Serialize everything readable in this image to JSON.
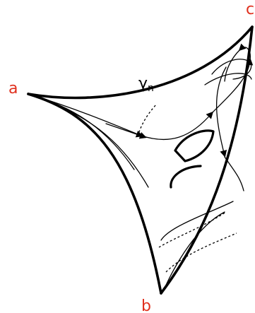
{
  "labels": {
    "vertex_a": "a",
    "vertex_b": "b",
    "vertex_c": "c",
    "curve": "γ",
    "curve_subscript": "n"
  },
  "colors": {
    "vertex_label": "#e0301e",
    "stroke": "#000000"
  }
}
